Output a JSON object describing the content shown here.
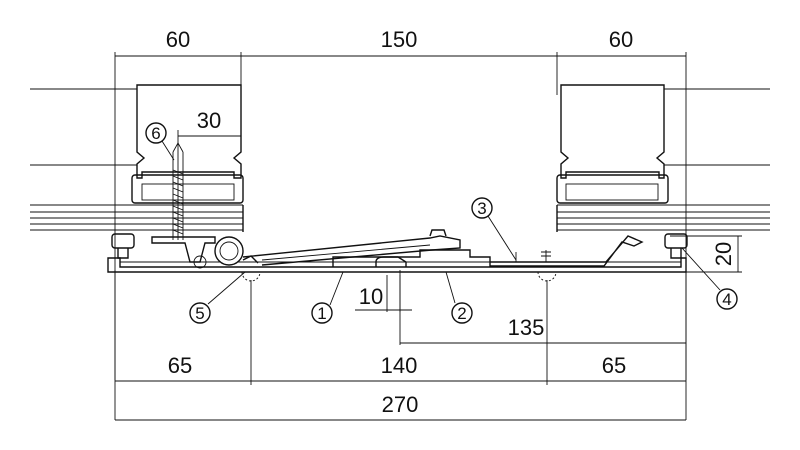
{
  "dimensions": {
    "top_left": "60",
    "top_center": "150",
    "top_right": "60",
    "inner_offset": "30",
    "height_right": "20",
    "small_gap": "10",
    "center_offset": "135",
    "bottom_left": "65",
    "bottom_center": "140",
    "bottom_right": "65",
    "overall": "270"
  },
  "callouts": {
    "c1": "1",
    "c2": "2",
    "c3": "3",
    "c4": "4",
    "c5": "5",
    "c6": "6"
  },
  "colors": {
    "line": "#111111",
    "background": "#ffffff"
  }
}
